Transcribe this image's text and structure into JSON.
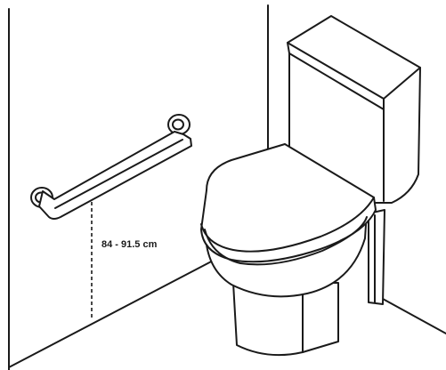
{
  "diagram": {
    "measurement_label": "84 - 91.5 cm",
    "colors": {
      "stroke": "#1a1a1a",
      "background": "#ffffff"
    },
    "components": [
      "wall-corner",
      "floor",
      "grab-bar",
      "toilet-tank",
      "toilet-seat-lid",
      "toilet-bowl",
      "toilet-pedestal",
      "height-dimension-line"
    ]
  }
}
